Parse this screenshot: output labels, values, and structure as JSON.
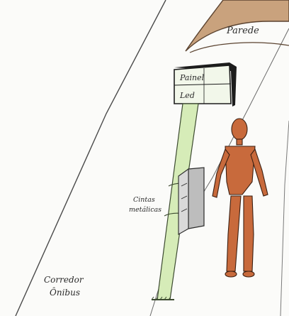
{
  "labels": {
    "ceiling": "Parede",
    "panel_line1": "Painel",
    "panel_line2": "Led",
    "note_line1": "Cintas",
    "note_line2": "metálicas",
    "corner_line1": "Corredor",
    "corner_line2": "Ônibus"
  },
  "colors": {
    "paper": "#fbfbf9",
    "pencil": "#2a2a2a",
    "ceiling_fill": "#c9a27d",
    "pole_fill": "#d6ecb8",
    "figure_fill": "#c86a3c",
    "box_fill": "#bdbdbd",
    "panel_fill": "#f2f7ea"
  }
}
